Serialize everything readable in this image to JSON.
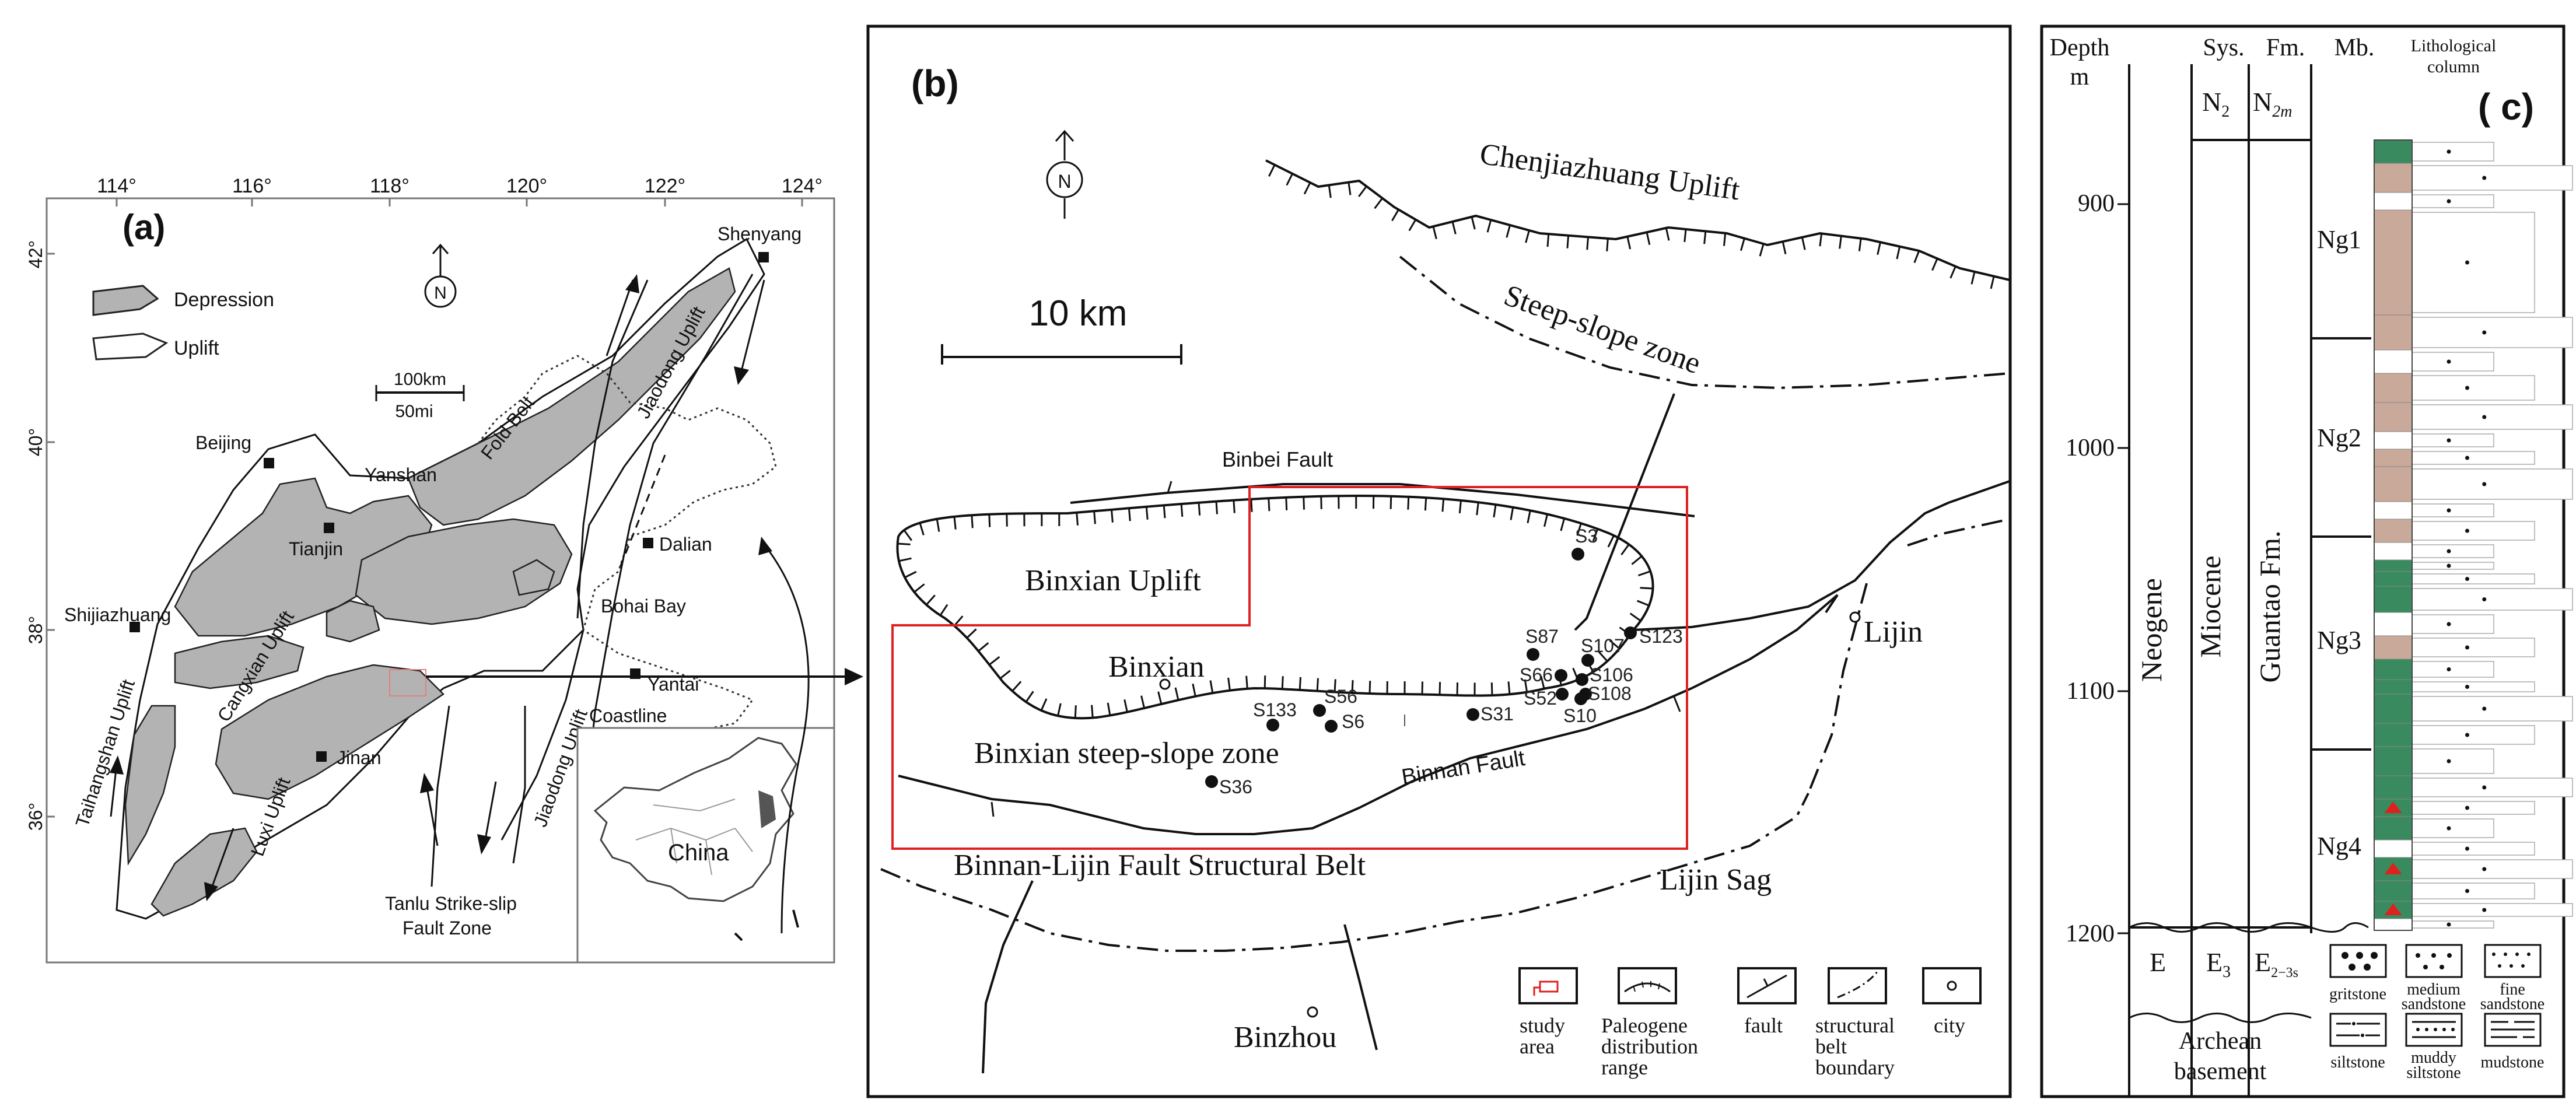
{
  "panel_a": {
    "label": "(a)",
    "lon_ticks": [
      "114°",
      "116°",
      "118°",
      "120°",
      "122°",
      "124°"
    ],
    "lat_ticks": [
      "42°",
      "40°",
      "38°",
      "36°"
    ],
    "legend": {
      "depression": "Depression",
      "uplift": "Uplift"
    },
    "scale": {
      "km": "100km",
      "mi": "50mi"
    },
    "north": "N",
    "cities": {
      "shenyang": "Shenyang",
      "beijing": "Beijing",
      "tianjin": "Tianjin",
      "dalian": "Dalian",
      "shijiazhuang": "Shijiazhuang",
      "yantai": "Yantai",
      "jinan": "Jinan"
    },
    "features": {
      "yanshan": "Yanshan",
      "fold_belt": "Fold Belt",
      "jiaodong_uplift_n": "Jiaodong Uplift",
      "bohai_bay": "Bohai Bay",
      "cangxian_uplift": "Cangxian Uplift",
      "taihangshan_uplift": "Taihangshan Uplift",
      "luxi_uplift": "Luxi Uplift",
      "jiaodong_uplift_s": "Jiaodong Uplift",
      "coastline": "Coastline",
      "tanlu_1": "Tanlu Strike-slip",
      "tanlu_2": "Fault Zone"
    },
    "inset_label": "China"
  },
  "panel_b": {
    "label": "(b)",
    "north": "N",
    "scale": "10 km",
    "labels": {
      "chenjiazhuang": "Chenjiazhuang Uplift",
      "steep_slope_top": "Steep-slope  zone",
      "binbei_fault": "Binbei Fault",
      "binxian_uplift": "Binxian Uplift",
      "binxian": "Binxian",
      "binxian_steep": "Binxian steep-slope zone",
      "binnan_fault": "Binnan Fault",
      "lijin": "Lijin",
      "belt": "Binnan-Lijin Fault Structural Belt",
      "lijin_sag": "Lijin Sag",
      "binzhou": "Binzhou"
    },
    "wells": [
      "S3",
      "S87",
      "S107",
      "S123",
      "S66",
      "S106",
      "S52",
      "S108",
      "S10",
      "S133",
      "S56",
      "S6",
      "S31",
      "S36"
    ],
    "legend": {
      "study_area": [
        "study",
        "area"
      ],
      "paleogene": [
        "Paleogene",
        "distribution",
        "range"
      ],
      "fault": [
        "fault"
      ],
      "boundary": [
        "structural",
        "belt",
        "boundary"
      ],
      "city": [
        "city"
      ]
    }
  },
  "panel_c": {
    "label": "( c)",
    "headers": {
      "depth_1": "Depth",
      "depth_2": "m",
      "sys": "Sys.",
      "fm": "Fm.",
      "mb": "Mb.",
      "lith_1": "Lithological",
      "lith_2": "column"
    },
    "depth_ticks": [
      "900",
      "1000",
      "1100",
      "1200"
    ],
    "era": "Neogene",
    "system": "Miocene",
    "formation": "Guantao Fm.",
    "n2": "N",
    "n2_sub": "2",
    "n2m": "N",
    "n2m_sub": "2m",
    "members": [
      "Ng1",
      "Ng2",
      "Ng3",
      "Ng4"
    ],
    "lower": {
      "e": "E",
      "e3": "E",
      "e3_sub": "3",
      "e23": "E",
      "e23_sub": "2−3s"
    },
    "archean_1": "Archean",
    "archean_2": "basement",
    "lith_legend": [
      [
        "gritstone"
      ],
      [
        "medium",
        "sandstone"
      ],
      [
        "fine",
        "sandstone"
      ],
      [
        "siltstone"
      ],
      [
        "muddy",
        "siltstone"
      ],
      [
        "mudstone"
      ]
    ],
    "colors": {
      "green": "#3a8a5f",
      "tan": "#c8a99a",
      "red": "#e0201c"
    }
  }
}
